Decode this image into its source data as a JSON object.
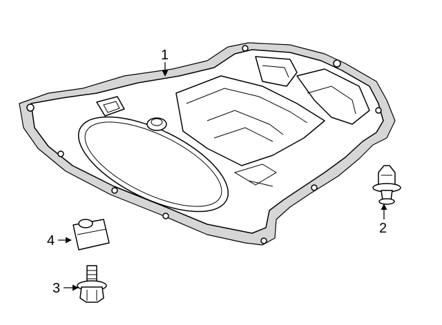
{
  "callouts": [
    {
      "id": "1",
      "label": "1"
    },
    {
      "id": "2",
      "label": "2"
    },
    {
      "id": "3",
      "label": "3"
    },
    {
      "id": "4",
      "label": "4"
    }
  ],
  "colors": {
    "line": "#000000",
    "shade": "#d6d6d6",
    "background": "#ffffff"
  }
}
